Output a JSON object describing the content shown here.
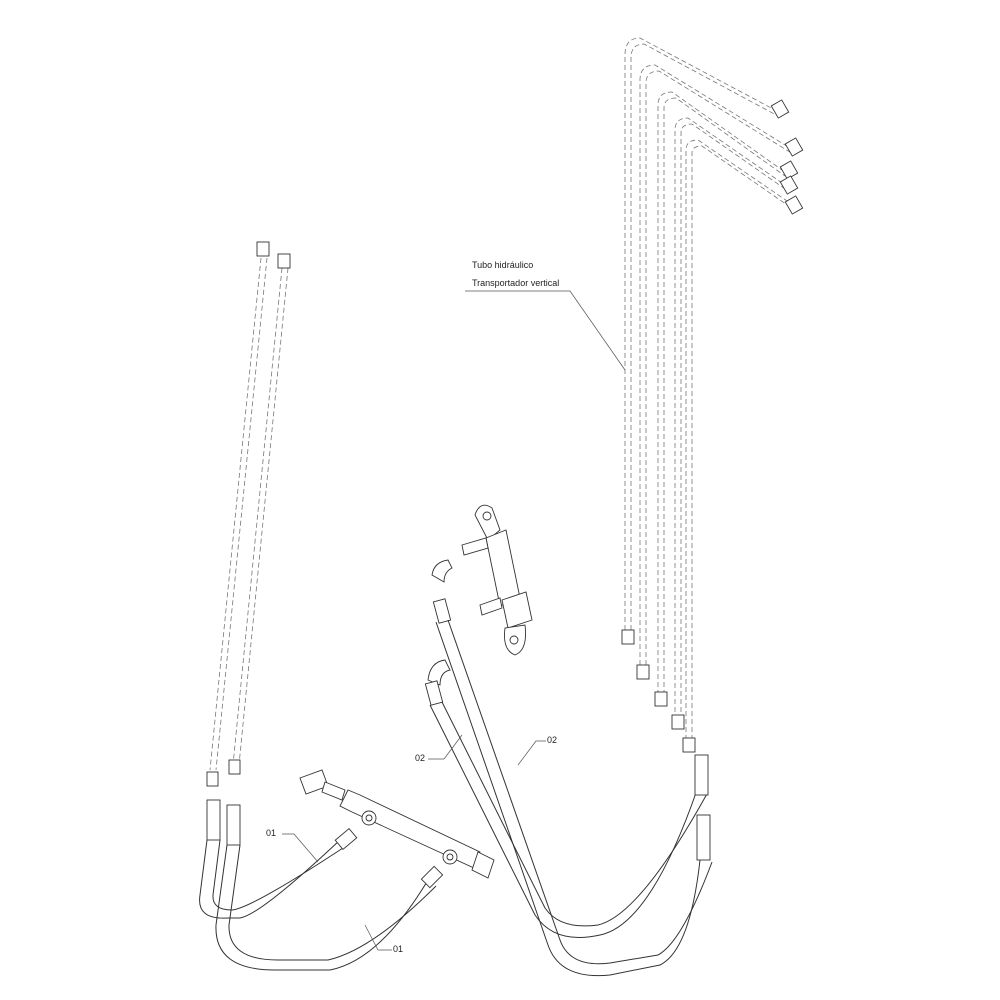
{
  "callout": {
    "line1": "Tubo hidráulico",
    "line2": "Transportador vertical"
  },
  "labels": {
    "hose_01_upper": "01",
    "hose_01_lower": "01",
    "hose_02_left": "02",
    "hose_02_right": "02"
  }
}
